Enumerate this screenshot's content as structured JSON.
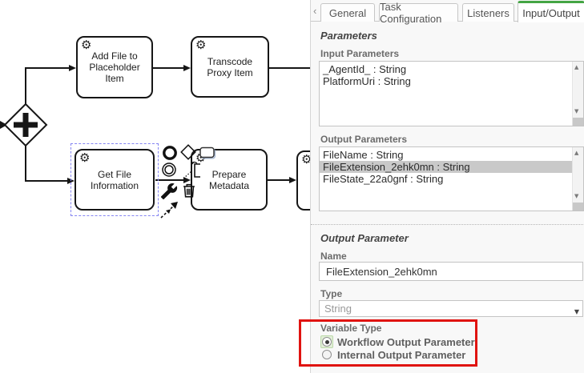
{
  "icons": {
    "gear": "⚙",
    "tab_scroll_left": "‹",
    "scroll_up": "▲",
    "scroll_down": "▼",
    "select_caret": "▼"
  },
  "colors": {
    "tab_active_green": "#44a544",
    "annotation_red": "#e01310",
    "selection_blue": "#8585f2",
    "list_selected_bg": "#c9c9c9"
  },
  "diagram": {
    "gateway": {
      "type": "parallel-gateway"
    },
    "tasks": {
      "add_file": {
        "lines": [
          "Add File to",
          "Placeholder",
          "Item"
        ]
      },
      "transcode": {
        "lines": [
          "Transcode",
          "Proxy Item"
        ]
      },
      "get_file": {
        "lines": [
          "Get File",
          "Information"
        ]
      },
      "prepare": {
        "lines": [
          "Prepare",
          "Metadata"
        ]
      }
    },
    "context_pad": [
      "end-event",
      "gateway",
      "task",
      "intermediate-event",
      "text-annotation",
      "change-type-wrench",
      "delete-trash",
      "connect-tool"
    ]
  },
  "panel": {
    "tabs": {
      "items": [
        {
          "label": "General",
          "active": false
        },
        {
          "label": "Task Configuration",
          "active": false
        },
        {
          "label": "Listeners",
          "active": false
        },
        {
          "label": "Input/Output",
          "active": true
        }
      ]
    },
    "params": {
      "heading": "Parameters",
      "input_label": "Input Parameters",
      "input_items": [
        "_AgentId_ : String",
        "PlatformUri : String"
      ],
      "output_label": "Output Parameters",
      "output_items": [
        "FileName : String",
        "FileExtension_2ehk0mn : String",
        "FileState_22a0gnf : String"
      ],
      "selected_output_index": 1
    },
    "output_param": {
      "heading": "Output Parameter",
      "name_label": "Name",
      "name_value": "FileExtension_2ehk0mn",
      "type_label": "Type",
      "type_value": "String",
      "variable_type_label": "Variable Type",
      "radios": [
        {
          "label": "Workflow Output Parameter",
          "selected": true
        },
        {
          "label": "Internal Output Parameter",
          "selected": false
        }
      ]
    }
  }
}
